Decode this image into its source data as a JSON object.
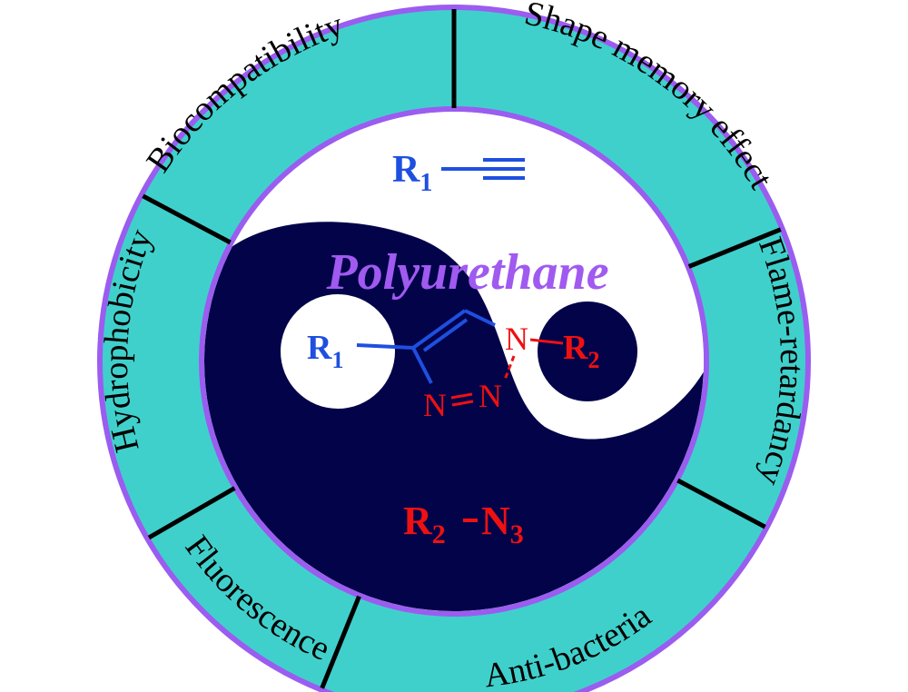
{
  "colors": {
    "ring_fill": "#40D0CC",
    "ring_border": "#9B5CF0",
    "divider": "#000000",
    "yin": "#03034A",
    "yang": "#ffffff",
    "alkyne_blue": "#1E4FE0",
    "azide_red": "#EE1111",
    "polymer_purple": "#A05AF0"
  },
  "ring_labels": [
    "Biocompatibility",
    "Shape memory effect",
    "Flame-retardancy",
    "Anti-bacteria",
    "Fluorescence",
    "Hydrophobicity"
  ],
  "center": {
    "title": "Polyurethane",
    "alkyne": {
      "r": "R",
      "sub": "1"
    },
    "azide": {
      "r": "R",
      "sub": "2",
      "group": "N",
      "group_sub": "3"
    },
    "triazole": {
      "r1": {
        "r": "R",
        "sub": "1"
      },
      "r2": {
        "r": "R",
        "sub": "2"
      },
      "n_atom": "N"
    }
  }
}
